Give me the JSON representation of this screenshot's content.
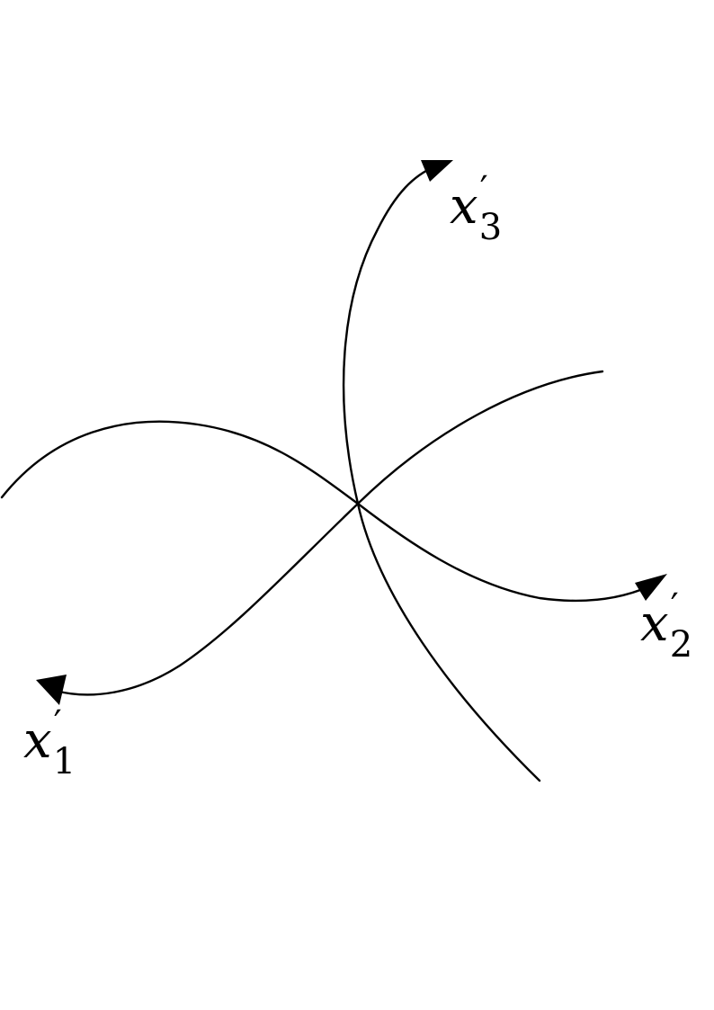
{
  "diagram": {
    "axes": [
      {
        "id": "x1",
        "variable": "x",
        "prime": "′",
        "subscript": "1"
      },
      {
        "id": "x2",
        "variable": "x",
        "prime": "′",
        "subscript": "2"
      },
      {
        "id": "x3",
        "variable": "x",
        "prime": "′",
        "subscript": "3"
      }
    ],
    "line_color": "#000000",
    "background": "#ffffff"
  }
}
